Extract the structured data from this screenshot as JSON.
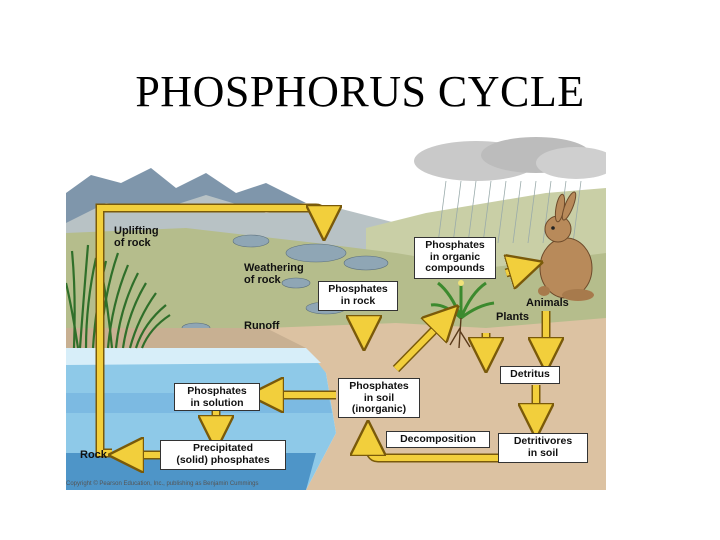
{
  "title": "PHOSPHORUS CYCLE",
  "labels": {
    "uplifting": [
      "Uplifting",
      "of rock"
    ],
    "weathering": [
      "Weathering",
      "of rock"
    ],
    "runoff": "Runoff",
    "rock": "Rock",
    "animals": "Animals",
    "plants": "Plants"
  },
  "boxes": {
    "organic": [
      "Phosphates",
      "in organic",
      "compounds"
    ],
    "in_rock": [
      "Phosphates",
      "in rock"
    ],
    "in_solution": [
      "Phosphates",
      "in solution"
    ],
    "in_soil": [
      "Phosphates",
      "in soil",
      "(inorganic)"
    ],
    "precipitated": [
      "Precipitated",
      "(solid) phosphates"
    ],
    "decomposition": "Decomposition",
    "detritivores": [
      "Detritivores",
      "in soil"
    ],
    "detritus": "Detritus"
  },
  "copyright": "Copyright © Pearson Education, Inc., publishing as Benjamin Cummings",
  "colors": {
    "arrow": "#f2cf3c",
    "arrow_edge": "#7a5a0a",
    "water": "#8ec9e8",
    "soil": "#dcc2a2",
    "mountain": "#7f96ab"
  }
}
